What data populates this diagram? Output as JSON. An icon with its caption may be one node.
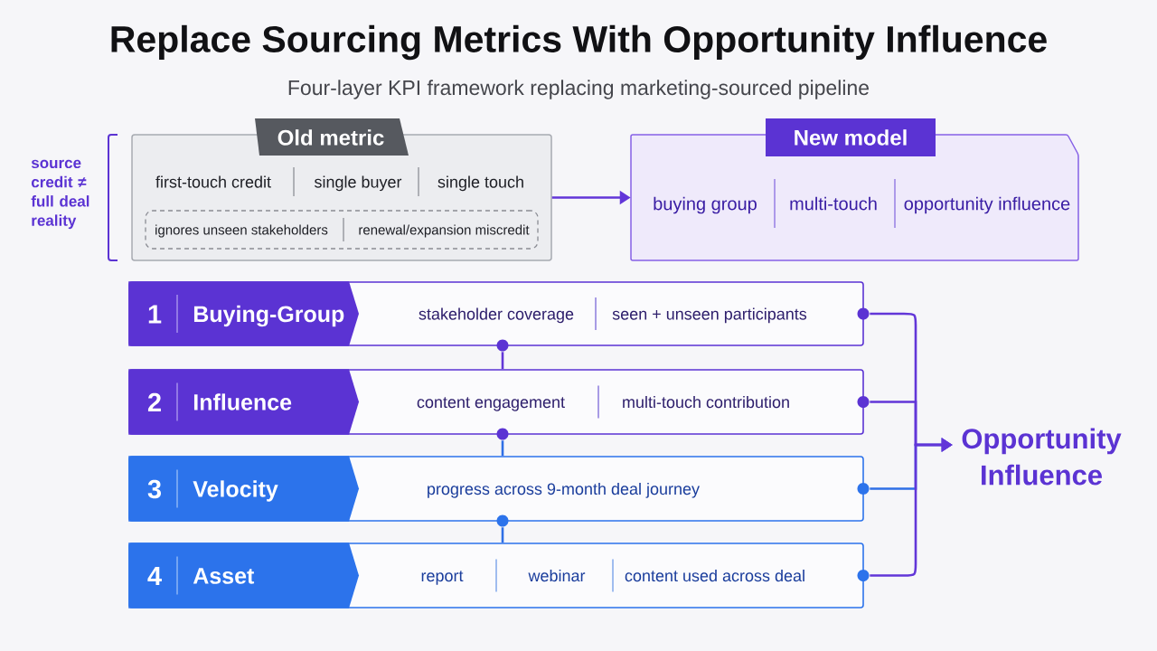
{
  "diagram": {
    "title": "Replace Sourcing Metrics With Opportunity Influence",
    "nodes": [
      {
        "text": [
          "Old metric",
          "first-touch credit",
          "single buyer",
          "single touch"
        ]
      },
      {
        "text": [
          "ignores unseen stakeholders",
          "renewal/expansion miscredit"
        ],
        "in": 0
      },
      {
        "text": [
          "New model",
          "buying group",
          "multi-touch",
          "opportunity influence"
        ]
      },
      {
        "text": [
          "1",
          "Buying-Group",
          "stakeholder coverage",
          "seen + unseen participants"
        ]
      },
      {
        "text": [
          "2",
          "Influence",
          "content engagement",
          "multi-touch contribution"
        ]
      },
      {
        "text": [
          "3",
          "Velocity",
          "progress across 9-month deal journey"
        ]
      },
      {
        "text": [
          "4",
          "Asset",
          "report",
          "webinar",
          "content used across deal"
        ]
      },
      {
        "text": [
          "Opportunity Influence"
        ]
      }
    ],
    "edges": [
      {
        "from": 0,
        "to": 2,
        "arrow": "to"
      },
      {
        "from": 3,
        "to": 4,
        "arrow": "none"
      },
      {
        "from": 4,
        "to": 5,
        "arrow": "none",
        "color": "#2f6fe6"
      },
      {
        "from": 5,
        "to": 6,
        "arrow": "none",
        "color": "#2f6fe6"
      },
      {
        "from": 3,
        "to": 7,
        "arrow": "to"
      },
      {
        "from": 4,
        "to": 7,
        "arrow": "to"
      },
      {
        "from": 5,
        "to": 7,
        "arrow": "to",
        "color": "#2f6fe6"
      },
      {
        "from": 6,
        "to": 7,
        "arrow": "to"
      }
    ],
    "labels": [
      "Four-layer KPI framework replacing marketing-sourced pipeline",
      "source credit ≠ full deal reality"
    ]
  }
}
